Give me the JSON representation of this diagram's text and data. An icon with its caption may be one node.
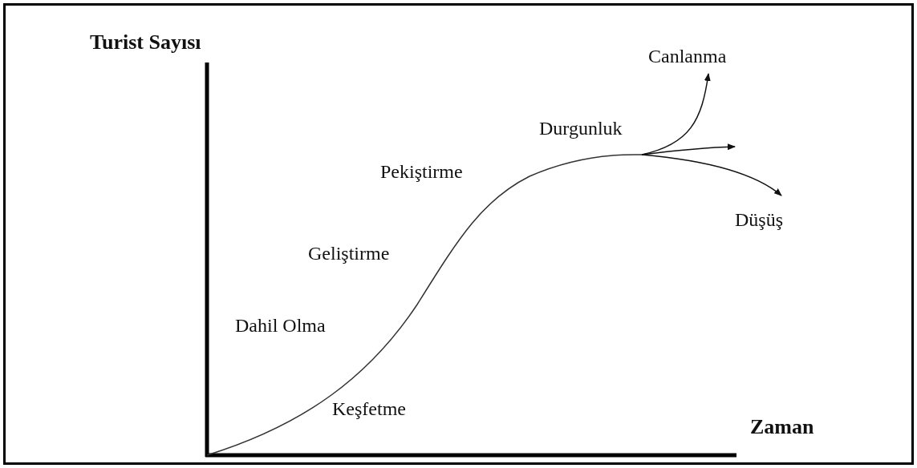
{
  "diagram": {
    "labels": [
      "Turist Sayısı",
      "Canlanma",
      "Durgunluk",
      "Pekiştirme",
      "Düşüş",
      "Geliştirme",
      "Dahil Olma",
      "Keşfetme",
      "Zaman"
    ]
  }
}
